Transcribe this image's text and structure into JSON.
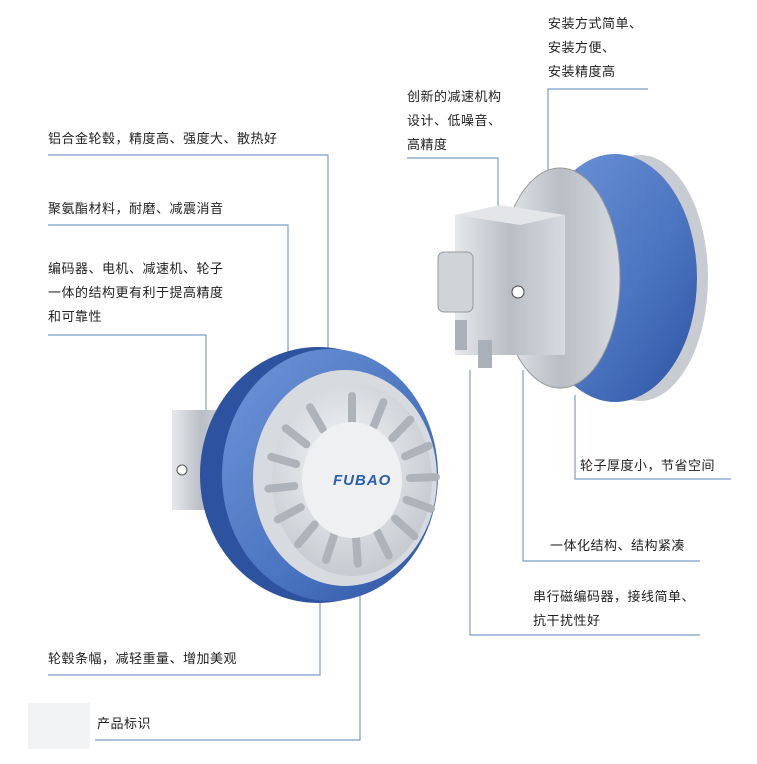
{
  "colors": {
    "line": "#7d9cc8",
    "ring": "#4f79c4",
    "ring_dark": "#2f56a0",
    "metal": "#c9cdd2",
    "text": "#222222"
  },
  "brand_logo": "FUBAO",
  "callouts": {
    "hub": "铝合金轮毂，精度高、强度大、散热好",
    "polyurethane": "聚氨酯材料，耐磨、减震消音",
    "integrated": [
      "编码器、电机、减速机、轮子",
      "一体的结构更有利于提高精度",
      "和可靠性"
    ],
    "spokes": "轮毂条幅，减轻重量、增加美观",
    "label": "产品标识",
    "install": [
      "安装方式简单、",
      "安装方便、",
      "安装精度高"
    ],
    "reducer": [
      "创新的减速机构",
      "设计、低噪音、",
      "高精度"
    ],
    "thin": "轮子厚度小，节省空间",
    "compact": "一体化结构、结构紧凑",
    "encoder": [
      "串行磁编码器，接线简单、",
      "抗干扰性好"
    ]
  }
}
